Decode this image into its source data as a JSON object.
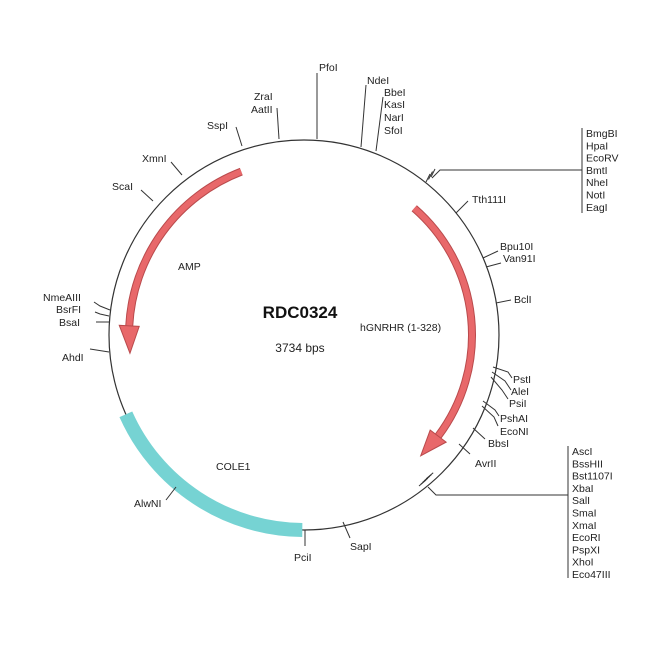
{
  "plasmid": {
    "name": "RDC0324",
    "size": "3734 bps"
  },
  "features": [
    {
      "label": "AMP",
      "color": "#e8686a"
    },
    {
      "label": "hGNRHR (1-328)",
      "color": "#e8686a"
    },
    {
      "label": "COLE1",
      "color": "#76d3d3"
    }
  ],
  "sites": {
    "SspI": "SspI",
    "ZraI": "ZraI",
    "AatII": "AatII",
    "PfoI": "PfoI",
    "NdeI": "NdeI",
    "BbeI": "BbeI",
    "KasI": "KasI",
    "NarI": "NarI",
    "SfoI": "SfoI",
    "Tth111I": "Tth111I",
    "Bpu10I": "Bpu10I",
    "Van91I": "Van91I",
    "BclI": "BclI",
    "PstI": "PstI",
    "AleI": "AleI",
    "PsiI": "PsiI",
    "PshAI": "PshAI",
    "EcoNI": "EcoNI",
    "BbsI": "BbsI",
    "AvrII": "AvrII",
    "SapI": "SapI",
    "PciI": "PciI",
    "AlwNI": "AlwNI",
    "AhdI": "AhdI",
    "NmeAIII": "NmeAIII",
    "BsrFI": "BsrFI",
    "BsaI": "BsaI",
    "ScaI": "ScaI",
    "XmnI": "XmnI"
  },
  "cluster1": [
    "BmgBI",
    "HpaI",
    "EcoRV",
    "BmtI",
    "NheI",
    "NotI",
    "EagI"
  ],
  "cluster2": [
    "AscI",
    "BssHII",
    "Bst1107I",
    "XbaI",
    "SalI",
    "SmaI",
    "XmaI",
    "EcoRI",
    "PspXI",
    "XhoI",
    "Eco47III"
  ]
}
